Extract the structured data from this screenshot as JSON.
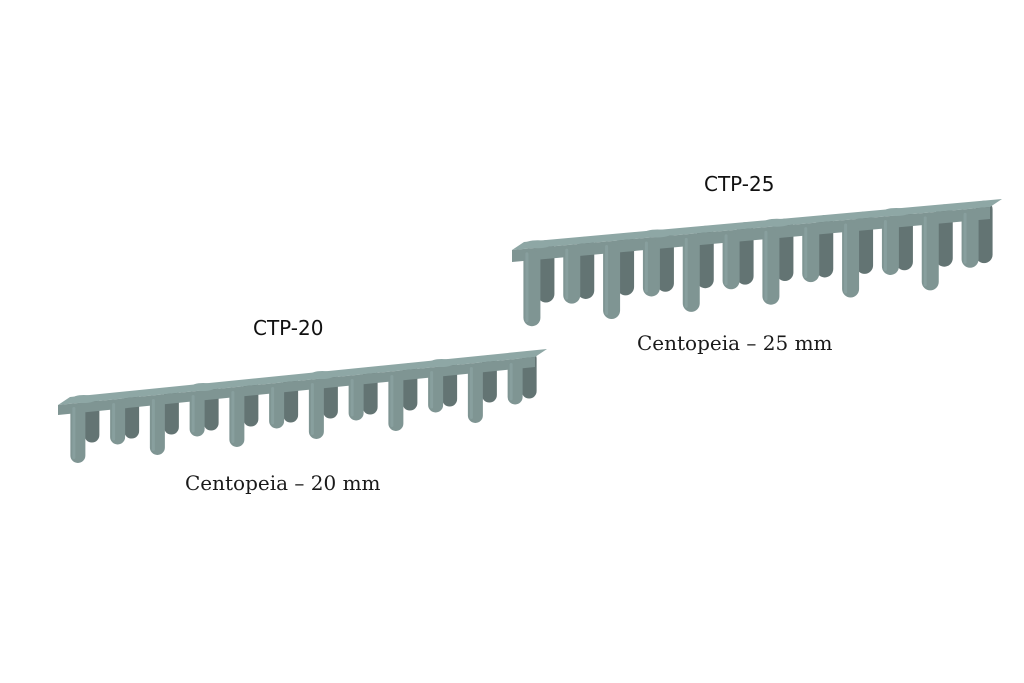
{
  "products": [
    {
      "code": "CTP-20",
      "description": "Centopeia – 20 mm",
      "color": "#7f9593"
    },
    {
      "code": "CTP-25",
      "description": "Centopeia – 25 mm",
      "color": "#7f9593"
    }
  ]
}
